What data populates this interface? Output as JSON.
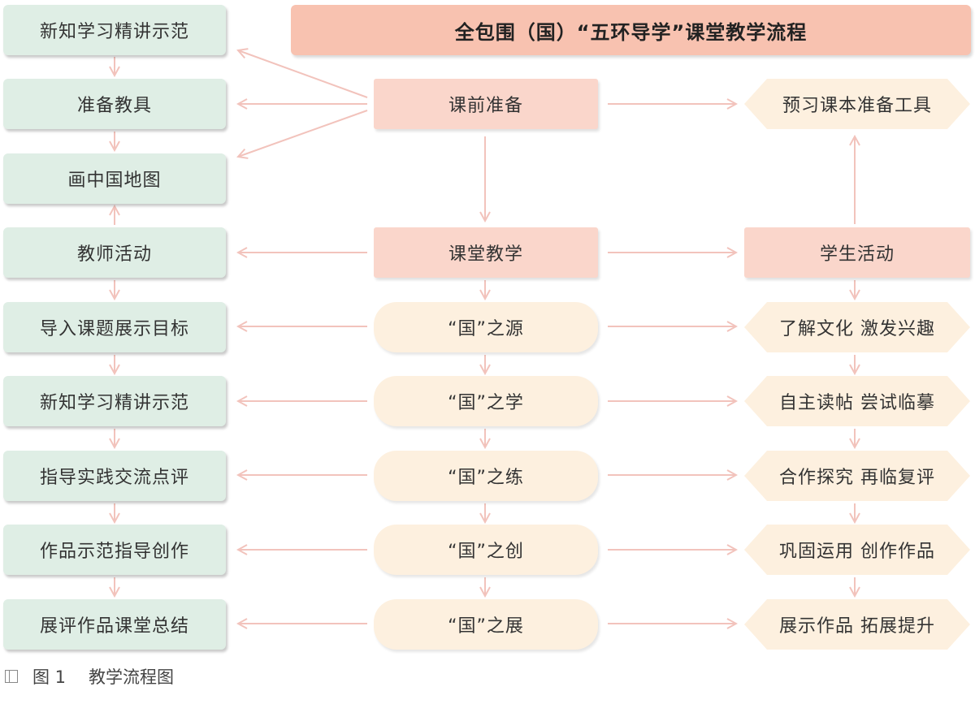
{
  "title": "全包围（国）“五环导学”课堂教学流程",
  "left_column": [
    "新知学习精讲示范",
    "准备教具",
    "画中国地图",
    "教师活动",
    "导入课题展示目标",
    "新知学习精讲示范",
    "指导实践交流点评",
    "作品示范指导创作",
    "展评作品课堂总结"
  ],
  "middle_column": [
    "课前准备",
    "课堂教学",
    "“国”之源",
    "“国”之学",
    "“国”之练",
    "“国”之创",
    "“国”之展"
  ],
  "right_column": [
    "预习课本准备工具",
    "学生活动",
    "了解文化  激发兴趣",
    "自主读帖  尝试临摹",
    "合作探究  再临复评",
    "巩固运用  创作作品",
    "展示作品  拓展提升"
  ],
  "caption": {
    "label": "图 1",
    "text": "教学流程图"
  },
  "colors": {
    "arrow": "#f2c3bc",
    "green_box": "#dfeee5",
    "pink_box": "#fad6cb",
    "title_box": "#f8c2b0",
    "cream_box": "#fdf0df"
  }
}
